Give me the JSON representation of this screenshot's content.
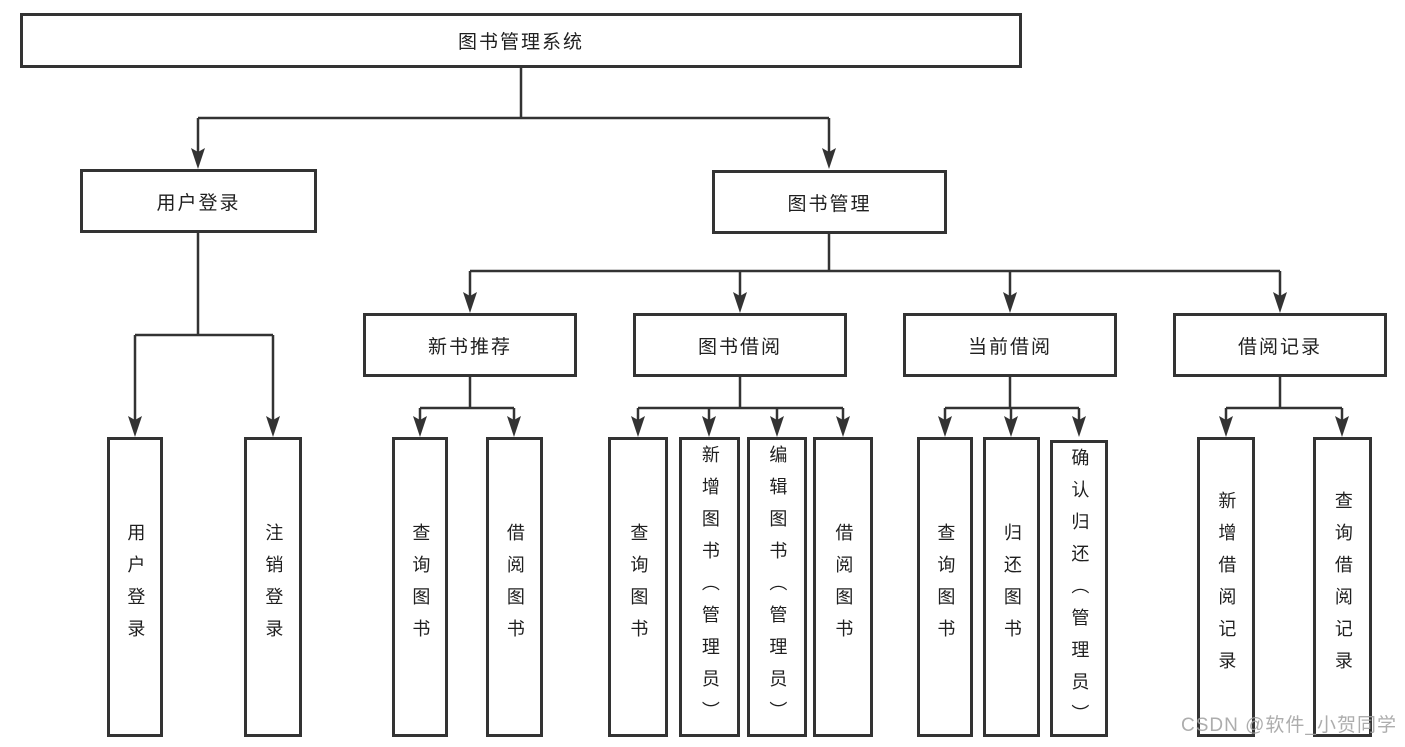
{
  "diagram_title": "图书管理系统",
  "watermark": "CSDN @软件_小贺同学",
  "colors": {
    "line": "#333333",
    "box_border": "#333333",
    "text": "#1f1f1f",
    "background": "#ffffff",
    "watermark": "#a2a2a2"
  },
  "tree": {
    "root": {
      "label": "图书管理系统"
    },
    "children": [
      {
        "label": "用户登录",
        "children": [
          {
            "label": "用户登录"
          },
          {
            "label": "注销登录"
          }
        ]
      },
      {
        "label": "图书管理",
        "children": [
          {
            "label": "新书推荐",
            "children": [
              {
                "label": "查询图书"
              },
              {
                "label": "借阅图书"
              }
            ]
          },
          {
            "label": "图书借阅",
            "children": [
              {
                "label": "查询图书"
              },
              {
                "label": "新增图书（管理员）"
              },
              {
                "label": "编辑图书（管理员）"
              },
              {
                "label": "借阅图书"
              }
            ]
          },
          {
            "label": "当前借阅",
            "children": [
              {
                "label": "查询图书"
              },
              {
                "label": "归还图书"
              },
              {
                "label": "确认归还（管理员）"
              }
            ]
          },
          {
            "label": "借阅记录",
            "children": [
              {
                "label": "新增借阅记录"
              },
              {
                "label": "查询借阅记录"
              }
            ]
          }
        ]
      }
    ]
  }
}
